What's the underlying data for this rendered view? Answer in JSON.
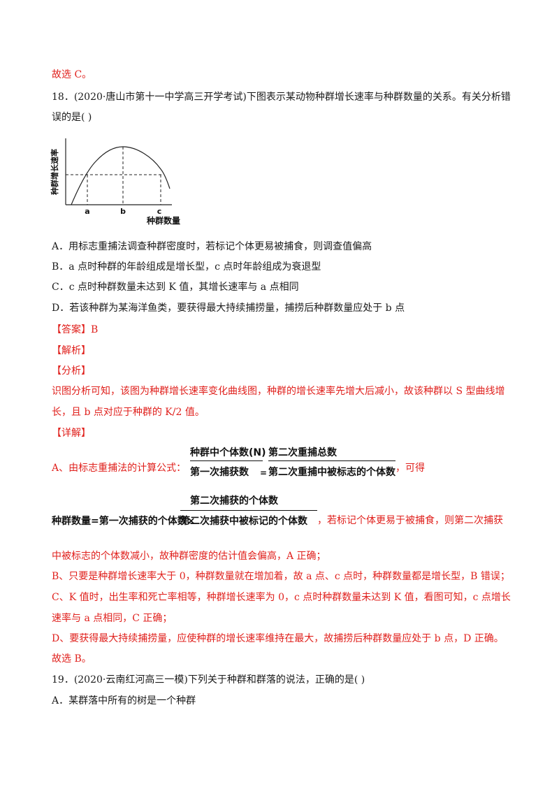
{
  "lines": {
    "l1": "故选 C。",
    "q18_1": "18．(2020·唐山市第十一中学高三开学考试)下图表示某动物种群增长速率与种群数量的关系。有关分析错",
    "q18_2": "误的是(    )",
    "optA": "A．用标志重捕法调查种群密度时，若标记个体更易被捕食，则调查值偏高",
    "optB": "B．a 点时种群的年龄组成是增长型，c 点时年龄组成为衰退型",
    "optC": "C．c 点时种群数量未达到 K 值，其增长速率与 a 点相同",
    "optD": "D．若该种群为某海洋鱼类，要获得最大持续捕捞量，捕捞后种群数量应处于 b 点",
    "answer": "【答案】B",
    "jiexi": "【解析】",
    "fenxi": "【分析】",
    "an1": "识图分析可知，该图为种群增长速率变化曲线图，种群的增长速率先增大后减小，故该种群以 S 型曲线增",
    "an2": "长，且 b 点对应于种群的 K/2 值。",
    "xiangjie": "【详解】",
    "a_prefix": "A、由标志重捕法的计算公式：",
    "a_suffix": "，可得",
    "a_suffix2": "，若标记个体更易于被捕食，则第二次捕获",
    "d1": "中被标志的个体数减小，故种群密度的估计值会偏高，A 正确；",
    "d2": "B、只要是种群增长速率大于 0，种群数量就在增加着，故 a 点、c 点时，种群数量都是增长型，B 错误；",
    "d3": "C、K 值时，出生率和死亡率相等，种群增长速率为 0，c 点时种群数量未达到 K 值，看图可知，c 点增长",
    "d4": "速率与 a 点相同，C 正确；",
    "d5": "D、要获得最大持续捕捞量，应使种群的增长速率维持在最大，故捕捞后种群数量应处于 b 点，D 正确。",
    "d6": "故选 B。",
    "q19": "19．(2020·云南红河高三一模)下列关于种群和群落的说法，正确的是(    )",
    "q19A": "A．某群落中所有的树是一个种群"
  },
  "formula1": {
    "num_left": "种群中个体数(N)",
    "num_right": "第二次重捕总数",
    "den_left": "第一次捕获数",
    "eq": "=",
    "den_right": "第二次重捕中被标志的个体数"
  },
  "formula2": {
    "numerator": "第二次捕获的个体数",
    "left": "种群数量=第一次捕获的个体数×",
    "denominator": "第二次捕获中被标记的个体数"
  },
  "figure": {
    "ylabel": "种群增长速率",
    "xlabel": "种群数量",
    "ticks": [
      "a",
      "b",
      "c"
    ]
  },
  "colors": {
    "answer_red": "#e0201c",
    "text": "#1a1a1a"
  }
}
